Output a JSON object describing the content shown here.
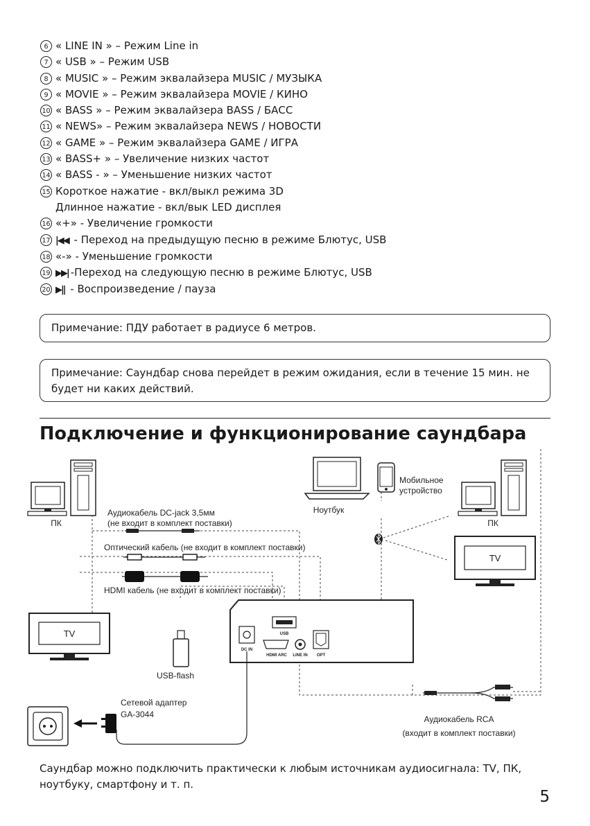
{
  "items": [
    {
      "num": "6",
      "text": "« LINE IN » – Режим Line in"
    },
    {
      "num": "7",
      "text": "« USB » – Режим USB"
    },
    {
      "num": "8",
      "text": "« MUSIC » – Режим эквалайзера MUSIC / МУЗЫКА"
    },
    {
      "num": "9",
      "text": "« MOVIE » – Режим эквалайзера MOVIE / КИНО"
    },
    {
      "num": "10",
      "text": "« BASS » – Режим эквалайзера BASS / БАСС"
    },
    {
      "num": "11",
      "text": "« NEWS» – Режим эквалайзера NEWS / НОВОСТИ"
    },
    {
      "num": "12",
      "text": "« GAME » – Режим эквалайзера GAME / ИГРА"
    },
    {
      "num": "13",
      "text": "« BASS+ » – Увеличение низких частот"
    },
    {
      "num": "14",
      "text": "«  BASS - » – Уменьшение низких частот"
    },
    {
      "num": "15",
      "text": "Короткое нажатие - вкл/выкл режима 3D",
      "text2": "Длинное нажатие - вкл/вык LED дисплея"
    },
    {
      "num": "16",
      "text": "«+» - Увеличение громкости"
    },
    {
      "num": "17",
      "symbol": "|◀◀",
      "text": " - Переход на предыдущую песню в режиме Блютус, USB"
    },
    {
      "num": "18",
      "text": "«-» - Уменьшение громкости"
    },
    {
      "num": "19",
      "symbol": "▶▶|",
      "text": "-Переход на следующую песню в режиме Блютус, USB"
    },
    {
      "num": "20",
      "symbol": "▶||",
      "text": " - Воспроизведение / пауза"
    }
  ],
  "note1": "Примечание: ПДУ работает в радиусе 6 метров.",
  "note2": "Примечание:  Саундбар снова перейдет в режим ожидания, если в течение 15 мин. не будет ни каких действий.",
  "title": "Подключение и функционирование саундбара",
  "diagram": {
    "pc_left": "ПК",
    "pc_right": "ПК",
    "laptop": "Ноутбук",
    "mobile_line1": "Мобильное",
    "mobile_line2": "устройство",
    "tv_left": "TV",
    "tv_right": "TV",
    "cable_dc_line1": "Аудиокабель DC-jack 3,5мм",
    "cable_dc_line2": "(не входит в комплект поставки)",
    "cable_optical": "Оптический кабель (не входит в комплект поставки)",
    "cable_hdmi": "HDMI кабель (не входит в комплект поставки)",
    "usb_flash": "USB-flash",
    "adapter_line1": "Сетевой адаптер",
    "adapter_line2": "GA-3044",
    "rca_line1": "Аудиокабель RCA",
    "rca_line2": "(входит в комплект поставки)",
    "port_usb": "USB",
    "port_dcin": "DC IN",
    "port_hdmi": "HDMI ARC",
    "port_linein": "LINE IN",
    "port_opt": "OPT"
  },
  "bottom_text": "Саундбар можно подключить практически к любым источникам аудиосигнала: TV, ПК, ноутбуку, смартфону и т. п.",
  "page_number": "5"
}
